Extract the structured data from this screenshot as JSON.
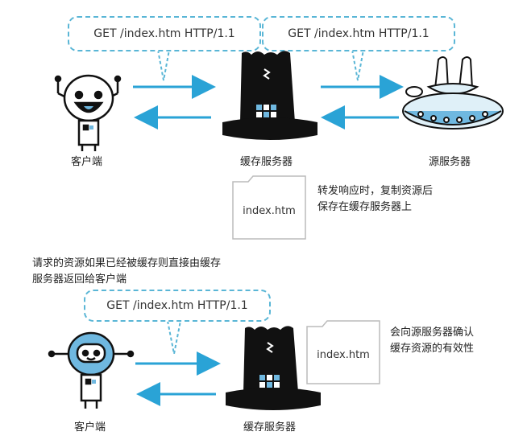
{
  "top": {
    "request_left": "GET /index.htm HTTP/1.1",
    "request_right": "GET /index.htm HTTP/1.1",
    "client_label": "客户端",
    "cache_label": "缓存服务器",
    "origin_label": "源服务器",
    "document_name": "index.htm",
    "note_line1": "转发响应时，复制资源后",
    "note_line2": "保存在缓存服务器上"
  },
  "bottom": {
    "intro_line1": "请求的资源如果已经被缓存则直接由缓存",
    "intro_line2": "服务器返回给客户端",
    "request": "GET /index.htm HTTP/1.1",
    "client_label": "客户端",
    "cache_label": "缓存服务器",
    "document_name": "index.htm",
    "note_line1": "会向源服务器确认",
    "note_line2": "缓存资源的有效性"
  },
  "colors": {
    "arrow": "#2aa3d6",
    "bubble_border": "#5ab6d6",
    "robot_accent": "#6fb8e0",
    "hat": "#111111"
  },
  "icons": [
    "robot-client-icon",
    "top-hat-cache-server-icon",
    "ufo-origin-server-icon",
    "document-icon"
  ]
}
